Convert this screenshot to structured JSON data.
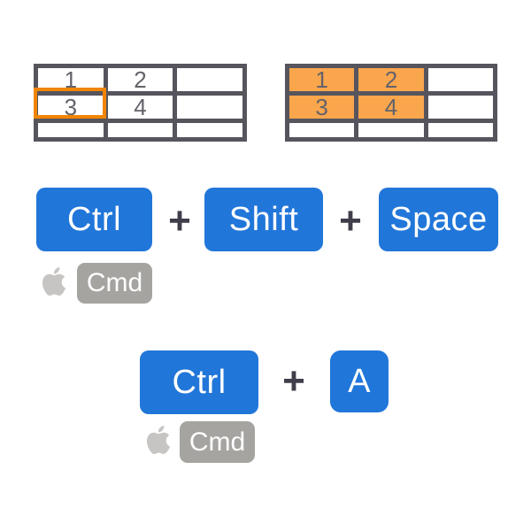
{
  "palette": {
    "key_blue": "#2176d9",
    "orange_fill": "#faa64d",
    "orange_selection_border": "#f18502",
    "table_border_gray": "#56555d",
    "number_gray": "#63626a",
    "plus_gray": "#3f3e4a",
    "badge_gray": "#a5a4a0",
    "apple_gray": "#c6c5c3",
    "key_text": "#ffffff"
  },
  "tables": {
    "before": {
      "rows": [
        [
          "1",
          "2",
          ""
        ],
        [
          "3",
          "4",
          ""
        ],
        [
          "",
          "",
          ""
        ]
      ],
      "selected_cell": "3"
    },
    "after": {
      "rows": [
        [
          "1",
          "2",
          ""
        ],
        [
          "3",
          "4",
          ""
        ],
        [
          "",
          "",
          ""
        ]
      ],
      "highlighted_cells": [
        "1",
        "2",
        "3",
        "4"
      ]
    }
  },
  "shortcuts": {
    "windows_full": {
      "keys": [
        "Ctrl",
        "Shift",
        "Space"
      ],
      "plus": "+",
      "mac_key": "Cmd"
    },
    "windows_alt": {
      "keys": [
        "Ctrl",
        "A"
      ],
      "plus": "+",
      "mac_key": "Cmd"
    }
  }
}
